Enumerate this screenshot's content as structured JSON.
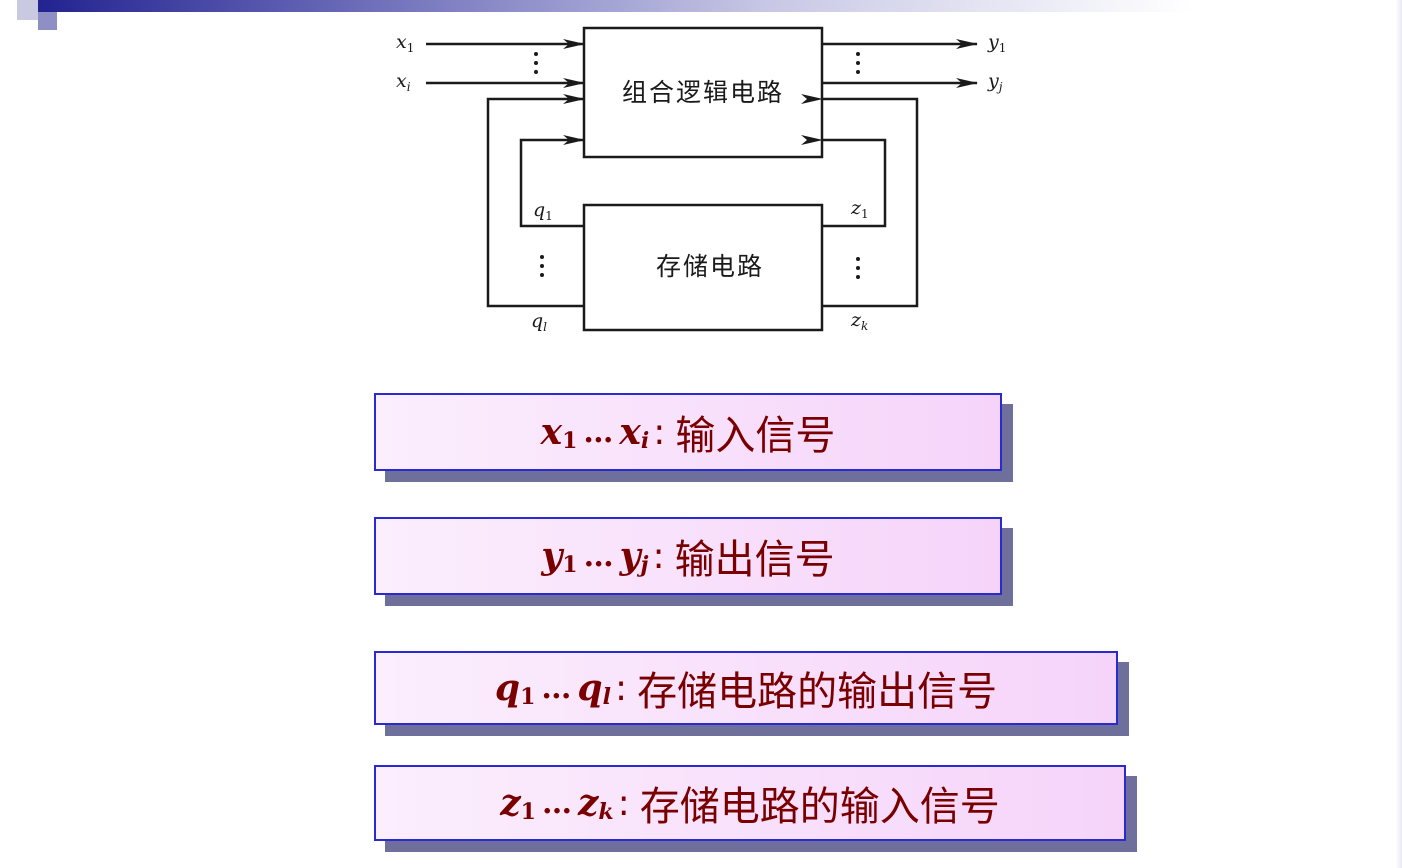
{
  "diagram": {
    "comb_box_label": "组合逻辑电路",
    "mem_box_label": "存储电路",
    "x_var": "x",
    "x_first_sub": "1",
    "x_last_sub": "i",
    "y_var": "y",
    "y_first_sub": "1",
    "y_last_sub": "j",
    "q_var": "q",
    "q_first_sub": "1",
    "q_last_sub": "l",
    "z_var": "z",
    "z_first_sub": "1",
    "z_last_sub": "k"
  },
  "legend": [
    {
      "var": "x",
      "first_sub": "1",
      "ellipsis": "…",
      "last_sub": "i",
      "colon": ":",
      "text": "输入信号"
    },
    {
      "var": "y",
      "first_sub": "1",
      "ellipsis": "…",
      "last_sub": "j",
      "colon": ":",
      "text": "输出信号"
    },
    {
      "var": "q",
      "first_sub": "1",
      "ellipsis": "…",
      "last_sub": "l",
      "colon": ":",
      "text": "存储电路的输出信号"
    },
    {
      "var": "z",
      "first_sub": "1",
      "ellipsis": "…",
      "last_sub": "k",
      "colon": ":",
      "text": "存储电路的输入信号"
    }
  ],
  "colors": {
    "legend_text": "#7a0000",
    "legend_border": "#2a2ad2",
    "legend_shadow": "#6f6f9c",
    "legend_fill_start": "#fbeefd",
    "legend_fill_end": "#f6d4fa",
    "diagram_line": "#1a1a1a",
    "header_bar": "#1a1a8c"
  }
}
